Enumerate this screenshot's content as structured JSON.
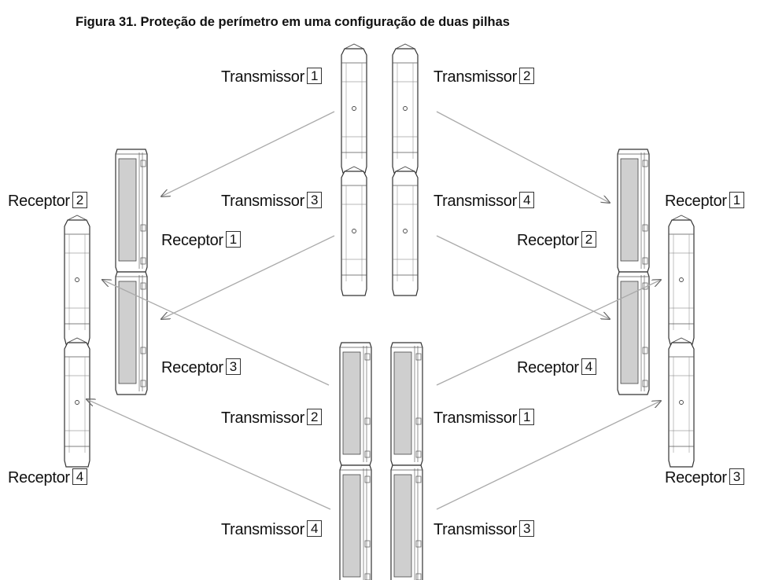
{
  "title": "Figura 31. Proteção de perímetro em uma configuração de duas pilhas",
  "labels": {
    "tx1_top": {
      "text": "Transmissor",
      "num": "1"
    },
    "tx2_top": {
      "text": "Transmissor",
      "num": "2"
    },
    "tx3_mid": {
      "text": "Transmissor",
      "num": "3"
    },
    "tx4_mid": {
      "text": "Transmissor",
      "num": "4"
    },
    "rx2_left": {
      "text": "Receptor",
      "num": "2"
    },
    "rx1_left": {
      "text": "Receptor",
      "num": "1"
    },
    "rx3_left": {
      "text": "Receptor",
      "num": "3"
    },
    "rx4_left": {
      "text": "Receptor",
      "num": "4"
    },
    "rx1_right": {
      "text": "Receptor",
      "num": "1"
    },
    "rx2_right": {
      "text": "Receptor",
      "num": "2"
    },
    "rx4_right": {
      "text": "Receptor",
      "num": "4"
    },
    "rx3_right": {
      "text": "Receptor",
      "num": "3"
    },
    "tx2_bot": {
      "text": "Transmissor",
      "num": "2"
    },
    "tx1_bot": {
      "text": "Transmissor",
      "num": "1"
    },
    "tx4_bot": {
      "text": "Transmissor",
      "num": "4"
    },
    "tx3_bot": {
      "text": "Transmissor",
      "num": "3"
    }
  }
}
